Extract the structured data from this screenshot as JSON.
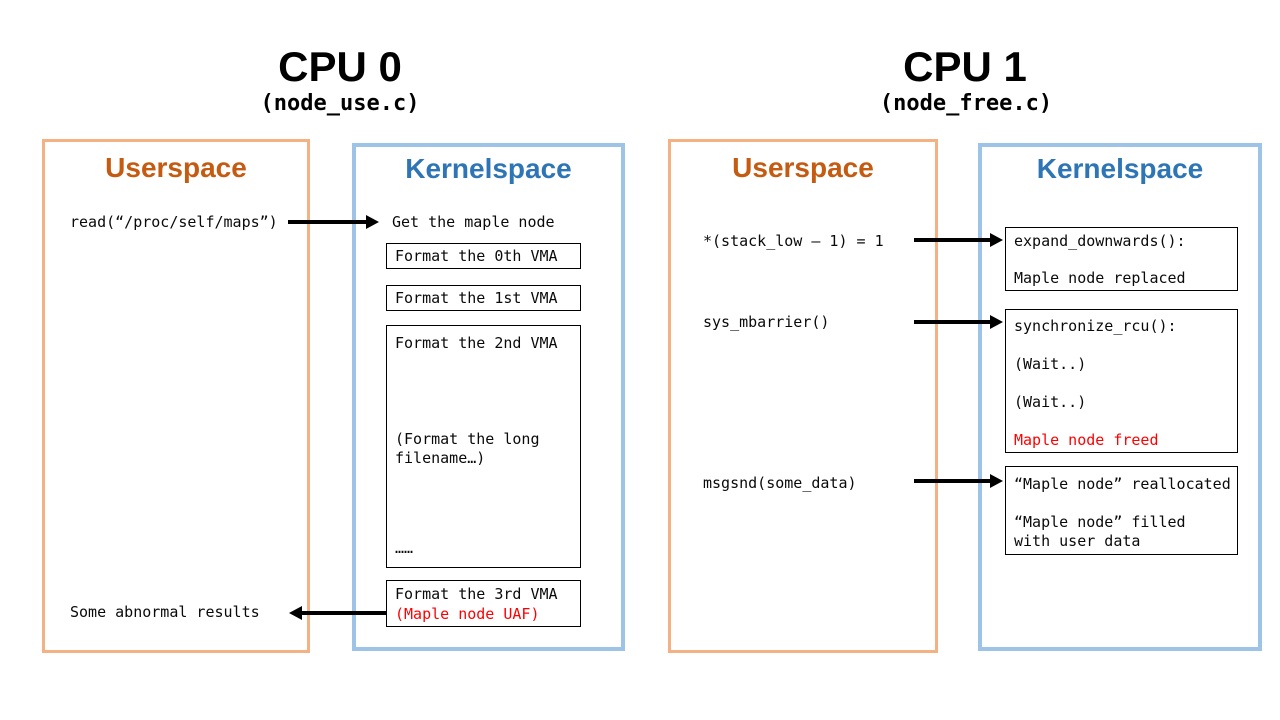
{
  "colors": {
    "userspace_border": "#F4B183",
    "userspace_title": "#C55A11",
    "kernelspace_border": "#9DC3E6",
    "kernelspace_title": "#2E75B6",
    "alert_red": "#FF0000",
    "arrow_black": "#000000"
  },
  "cpu0": {
    "title": "CPU 0",
    "subtitle": "(node_use.c)",
    "userspace": {
      "title": "Userspace",
      "read_call": "read(“/proc/self/maps”)",
      "abnormal_results": "Some abnormal results"
    },
    "kernelspace": {
      "title": "Kernelspace",
      "get_maple_node": "Get the maple node",
      "vma0": "Format the 0th VMA",
      "vma1": "Format the 1st VMA",
      "vma2": "Format the 2nd VMA",
      "vma2_long_filename": "(Format the long filename…)",
      "vma2_more": "……",
      "vma3": "Format the 3rd VMA",
      "vma3_uaf": "(Maple node UAF)"
    }
  },
  "cpu1": {
    "title": "CPU 1",
    "subtitle": "(node_free.c)",
    "userspace": {
      "title": "Userspace",
      "stack_write": "*(stack_low – 1) = 1",
      "mbarrier_call": "sys_mbarrier()",
      "msgsnd_call": "msgsnd(some_data)"
    },
    "kernelspace": {
      "title": "Kernelspace",
      "expand_line1": "expand_downwards():",
      "expand_line2": "Maple node replaced",
      "sync_line1": "synchronize_rcu():",
      "sync_wait1": "(Wait..)",
      "sync_wait2": "(Wait..)",
      "sync_freed": "Maple node freed",
      "realloc_line1": "“Maple node” reallocated",
      "realloc_line2": "“Maple node” filled with user data"
    }
  }
}
